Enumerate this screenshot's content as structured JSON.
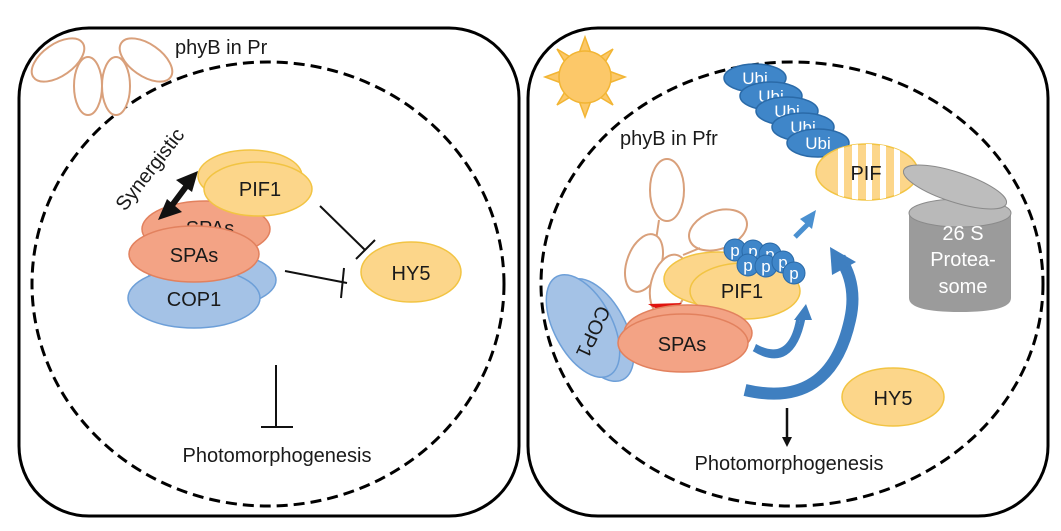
{
  "colors": {
    "pif_fill": "#fcd68a",
    "pif_stroke": "#f2c443",
    "spa_fill": "#f3a385",
    "spa_stroke": "#e2815e",
    "cop_fill": "#a4c2e6",
    "cop_stroke": "#6d9fd8",
    "phyb_stroke": "#d9a07b",
    "ubi_fill": "#3f86c9",
    "ubi_stroke": "#2a6aa8",
    "proteasome": "#9b9b9b",
    "arrow_blue": "#3f7fc0",
    "sun": "#fcc869",
    "chromophore": "#e0130e"
  },
  "left_panel": {
    "phyb_label": "phyB in Pr",
    "synergy_label": "Synergistic",
    "pif1_label": "PIF1",
    "spas_back_label": "SPAs",
    "spas_label": "SPAs",
    "cop1_label": "COP1",
    "hy5_label": "HY5",
    "photomorphogenesis_label": "Photomorphogenesis"
  },
  "right_panel": {
    "phyb_label": "phyB in Pfr",
    "ubi_labels": [
      "Ubi",
      "Ubi",
      "Ubi",
      "Ubi",
      "Ubi"
    ],
    "pif_degraded_label": "PIF",
    "proteasome_lines": [
      "26 S",
      "Protea-",
      "some"
    ],
    "phospho_labels": [
      "p",
      "p",
      "p",
      "p",
      "p",
      "p",
      "p"
    ],
    "pif1_label": "PIF1",
    "spas_label": "SPAs",
    "cop1_label": "COP1",
    "hy5_label": "HY5",
    "photomorphogenesis_label": "Photomorphogenesis"
  }
}
